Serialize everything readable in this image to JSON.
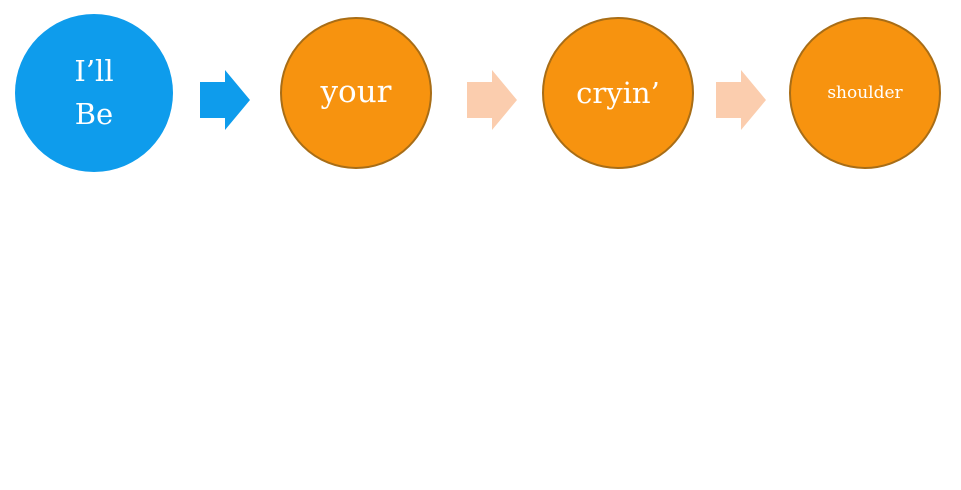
{
  "diagram": {
    "type": "process-flow",
    "background_color": "#ffffff",
    "text_color": "#ffffff",
    "nodes": [
      {
        "id": "node-1",
        "shape": "circle",
        "lines": [
          "I’ll",
          "Be"
        ],
        "label": "I’ll Be",
        "fill": "#0E9CEC",
        "border_color": "none"
      },
      {
        "id": "node-2",
        "shape": "circle",
        "label": "your",
        "fill": "#F7930F",
        "border_color": "#A86D16"
      },
      {
        "id": "node-3",
        "shape": "circle",
        "label": "cryin’",
        "fill": "#F7930F",
        "border_color": "#A86D16"
      },
      {
        "id": "node-4",
        "shape": "circle",
        "label": "shoulder",
        "fill": "#F7930F",
        "border_color": "#A86D16"
      }
    ],
    "arrows": [
      {
        "id": "arrow-1",
        "direction": "right",
        "color": "#0E9CEC"
      },
      {
        "id": "arrow-2",
        "direction": "right",
        "color": "#FBCDAE"
      },
      {
        "id": "arrow-3",
        "direction": "right",
        "color": "#FBCDAE"
      }
    ]
  }
}
